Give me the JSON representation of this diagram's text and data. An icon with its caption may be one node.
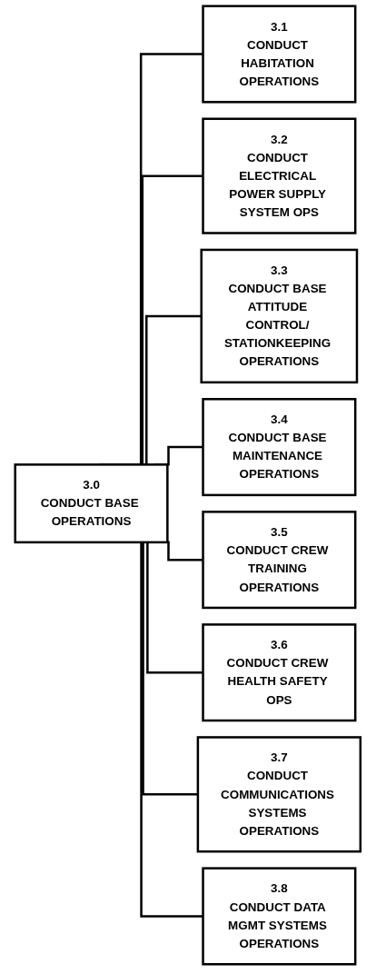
{
  "diagram": {
    "nodes": [
      {
        "text": [
          "3.0",
          "CONDUCT BASE OPERATIONS"
        ]
      },
      {
        "text": [
          "3.1",
          "CONDUCT HABITATION OPERATIONS"
        ]
      },
      {
        "text": [
          "3.2",
          "CONDUCT ELECTRICAL POWER SUPPLY SYSTEM OPS"
        ]
      },
      {
        "text": [
          "3.3",
          "CONDUCT BASE ATTITUDE CONTROL/ STATIONKEEPING OPERATIONS"
        ]
      },
      {
        "text": [
          "3.4",
          "CONDUCT BASE MAINTENANCE OPERATIONS"
        ]
      },
      {
        "text": [
          "3.5",
          "CONDUCT CREW TRAINING OPERATIONS"
        ]
      },
      {
        "text": [
          "3.6",
          "CONDUCT CREW HEALTH SAFETY OPS"
        ]
      },
      {
        "text": [
          "3.7",
          "CONDUCT COMMUNICATIONS SYSTEMS OPERATIONS"
        ]
      },
      {
        "text": [
          "3.8",
          "CONDUCT DATA MGMT SYSTEMS OPERATIONS"
        ]
      }
    ],
    "edges": [
      {
        "from": 0,
        "to": 1,
        "arrow": "none"
      },
      {
        "from": 0,
        "to": 2,
        "arrow": "none"
      },
      {
        "from": 0,
        "to": 3,
        "arrow": "none"
      },
      {
        "from": 0,
        "to": 4,
        "arrow": "none"
      },
      {
        "from": 0,
        "to": 5,
        "arrow": "none"
      },
      {
        "from": 0,
        "to": 6,
        "arrow": "none"
      },
      {
        "from": 0,
        "to": 7,
        "arrow": "none"
      },
      {
        "from": 0,
        "to": 8,
        "arrow": "none"
      }
    ]
  }
}
